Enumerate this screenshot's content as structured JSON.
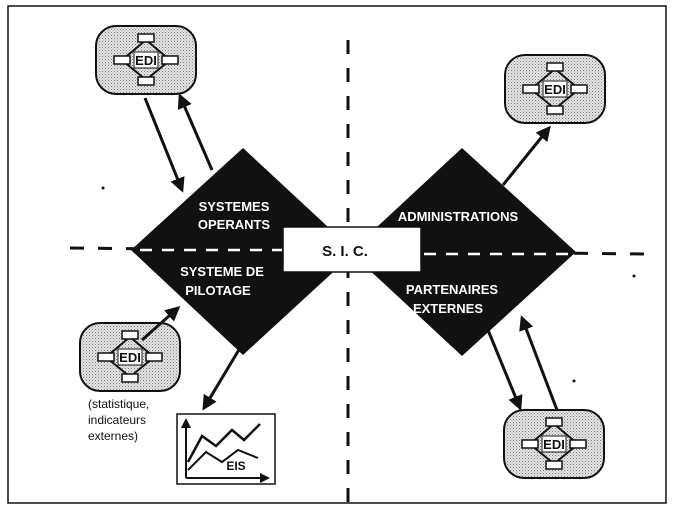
{
  "diagram": {
    "center_box": "S. I. C.",
    "left_diamond": {
      "top_lines": [
        "SYSTEMES",
        "OPERANTS"
      ],
      "bottom_lines": [
        "SYSTEME DE",
        "PILOTAGE"
      ]
    },
    "right_diamond": {
      "top_lines": [
        "ADMINISTRATIONS"
      ],
      "bottom_lines": [
        "PARTENAIRES",
        "EXTERNES"
      ]
    },
    "edi_label": "EDI",
    "eis_label": "EIS",
    "note_lines": [
      "(statistique,",
      "indicateurs",
      "externes)"
    ]
  }
}
